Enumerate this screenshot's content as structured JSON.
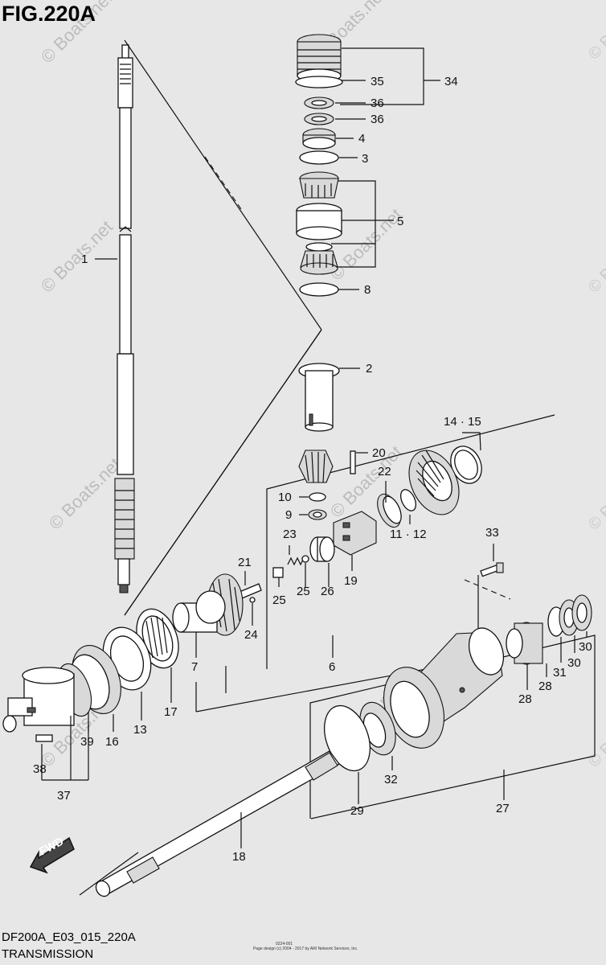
{
  "figure": {
    "title": "FIG.220A",
    "code": "DF200A_E03_015_220A",
    "caption": "TRANSMISSION",
    "copyright_line1": "0224-001",
    "copyright_line2": "Page design (c) 2004 - 2017 by ARI Network Services, Inc.",
    "direction_label": "FWD"
  },
  "watermark": {
    "text": "© Boats.net"
  },
  "callouts": [
    {
      "text": "35"
    },
    {
      "text": "34"
    },
    {
      "text": "36"
    },
    {
      "text": "36"
    },
    {
      "text": "4"
    },
    {
      "text": "3"
    },
    {
      "text": "5"
    },
    {
      "text": "8"
    },
    {
      "text": "1"
    },
    {
      "text": "2"
    },
    {
      "text": "14 · 15"
    },
    {
      "text": "20"
    },
    {
      "text": "22"
    },
    {
      "text": "10"
    },
    {
      "text": "9"
    },
    {
      "text": "11 · 12"
    },
    {
      "text": "23"
    },
    {
      "text": "33"
    },
    {
      "text": "21"
    },
    {
      "text": "25"
    },
    {
      "text": "25"
    },
    {
      "text": "26"
    },
    {
      "text": "19"
    },
    {
      "text": "24"
    },
    {
      "text": "7"
    },
    {
      "text": "6"
    },
    {
      "text": "30"
    },
    {
      "text": "30"
    },
    {
      "text": "31"
    },
    {
      "text": "28"
    },
    {
      "text": "28"
    },
    {
      "text": "17"
    },
    {
      "text": "13"
    },
    {
      "text": "16"
    },
    {
      "text": "39"
    },
    {
      "text": "38"
    },
    {
      "text": "37"
    },
    {
      "text": "32"
    },
    {
      "text": "29"
    },
    {
      "text": "27"
    },
    {
      "text": "18"
    }
  ]
}
